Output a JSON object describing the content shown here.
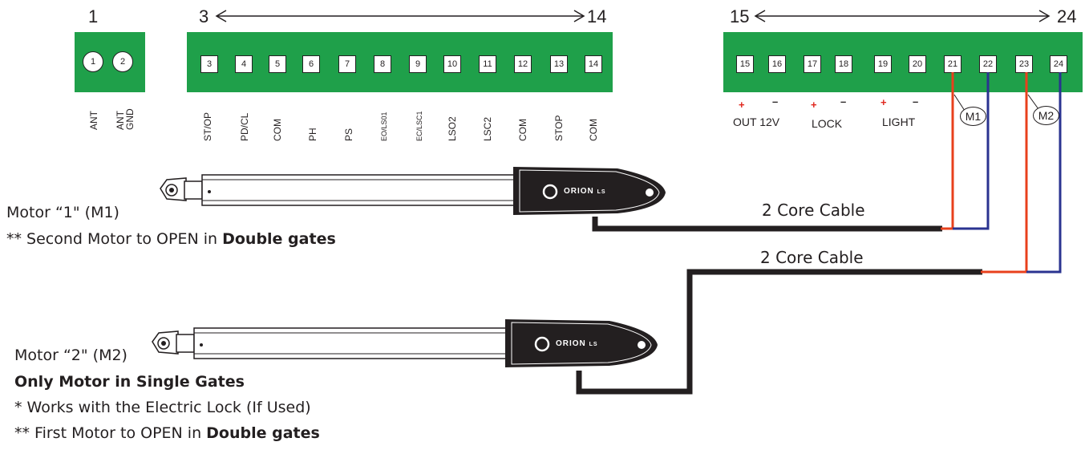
{
  "headers": {
    "h1": "1",
    "h3": "3",
    "h14": "14",
    "h15": "15",
    "h24": "24"
  },
  "block_a": {
    "terminals": [
      "1",
      "2"
    ],
    "labels": [
      "ANT",
      "ANT\nGND"
    ]
  },
  "block_b": {
    "terminals": [
      "3",
      "4",
      "5",
      "6",
      "7",
      "8",
      "9",
      "10",
      "11",
      "12",
      "13",
      "14"
    ],
    "labels": [
      "ST/OP",
      "PD/CL",
      "COM",
      "PH",
      "PS",
      "EO/LS01",
      "EC/LSC1",
      "LSO2",
      "LSC2",
      "COM",
      "STOP",
      "COM"
    ]
  },
  "block_c": {
    "terminals": [
      "15",
      "16",
      "17",
      "18",
      "19",
      "20",
      "21",
      "22",
      "23",
      "24"
    ],
    "group_labels": [
      "OUT 12V",
      "LOCK",
      "LIGHT"
    ],
    "plus": "+",
    "minus": "–",
    "motor_tags": [
      "M1",
      "M2"
    ]
  },
  "cables": {
    "cable1": "2 Core Cable",
    "cable2": "2 Core Cable"
  },
  "motor1": {
    "brand": "ORION",
    "brand_suffix": "LS",
    "title": "Motor “1\" (M1)",
    "note_prefix": "** Second Motor to OPEN in ",
    "note_bold": "Double gates"
  },
  "motor2": {
    "brand": "ORION",
    "brand_suffix": "LS",
    "title": "Motor “2\" (M2)",
    "subtitle": "Only Motor in Single Gates",
    "note1": "* Works with the Electric Lock (If Used)",
    "note2_prefix": "** First Motor to OPEN in ",
    "note2_bold": "Double gates"
  },
  "colors": {
    "board": "#1fa04a",
    "positive_wire": "#e8401c",
    "negative_wire": "#2a3390",
    "cable": "#231f20"
  }
}
